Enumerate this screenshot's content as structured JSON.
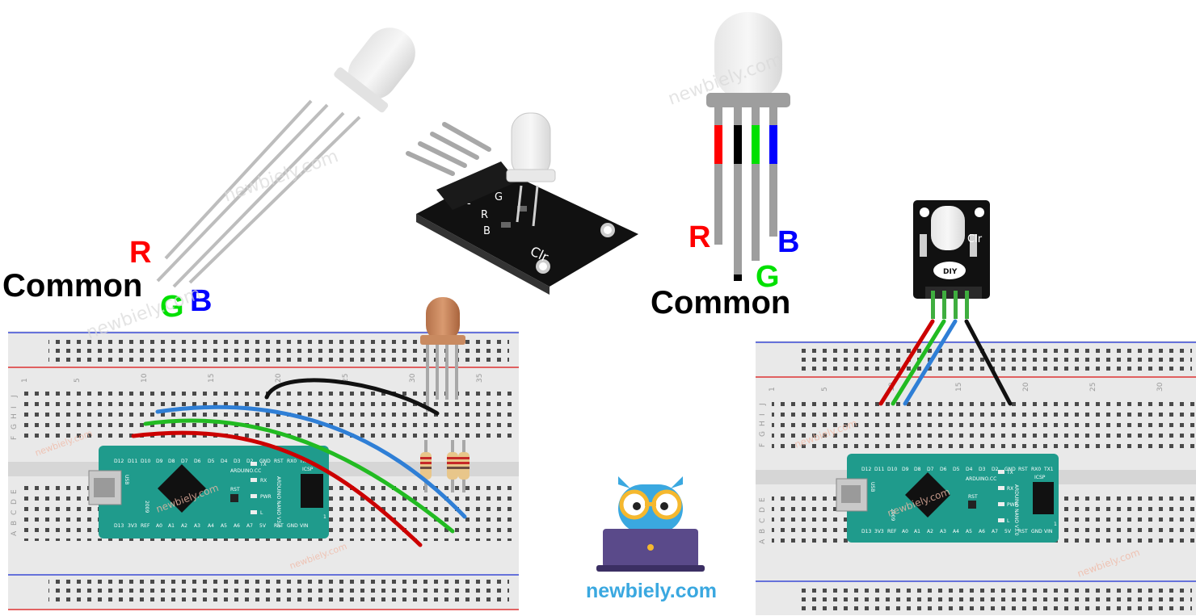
{
  "labels": {
    "r": "R",
    "g": "G",
    "b": "B",
    "common": "Common"
  },
  "brand": {
    "site": "newbiely.com",
    "watermark": "newbiely.com"
  },
  "nano": {
    "top_pins": [
      "D12",
      "D11",
      "D10",
      "D9",
      "D8",
      "D7",
      "D6",
      "D5",
      "D4",
      "D3",
      "D2",
      "GND",
      "RST",
      "RX0",
      "TX1"
    ],
    "bottom_pins": [
      "D13",
      "3V3",
      "REF",
      "A0",
      "A1",
      "A2",
      "A3",
      "A4",
      "A5",
      "A6",
      "A7",
      "5V",
      "RST",
      "GND",
      "VIN"
    ],
    "maker": "ARDUINO.CC",
    "model": "ARDUINO NANO V3.0",
    "icsp": "ICSP",
    "usb": "USB",
    "rst": "RST",
    "tx": "TX",
    "rx": "RX",
    "pwr": "PWR",
    "l": "L",
    "year": "2009",
    "one": "1"
  },
  "modules": {
    "photo_module_label": "Clr",
    "photo_module_pins": [
      "-",
      "R",
      "G",
      "B"
    ],
    "breadboard_module_label": "Clr",
    "breadboard_module_logo": "DIY"
  },
  "breadboard": {
    "column_numbers": [
      "1",
      "5",
      "10",
      "15",
      "20",
      "25",
      "30",
      "35"
    ],
    "row_letters_top": [
      "J",
      "I",
      "H",
      "G",
      "F"
    ],
    "row_letters_bottom": [
      "E",
      "D",
      "C",
      "B",
      "A"
    ]
  },
  "colors": {
    "red": "#ff0000",
    "green": "#00e000",
    "blue": "#0000ff",
    "black": "#000000",
    "wire_red": "#cc0000",
    "wire_green": "#22bb22",
    "wire_blue": "#2f7fd6",
    "nano_board": "#1f9b8c",
    "brand_blue": "#3aa8e0"
  }
}
